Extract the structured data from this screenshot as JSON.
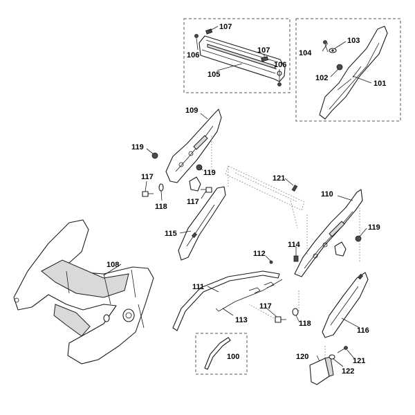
{
  "labels": [
    {
      "id": "107a",
      "text": "107"
    },
    {
      "id": "106a",
      "text": "106"
    },
    {
      "id": "105",
      "text": "105"
    },
    {
      "id": "107b",
      "text": "107"
    },
    {
      "id": "106b",
      "text": "106"
    },
    {
      "id": "104",
      "text": "104"
    },
    {
      "id": "103",
      "text": "103"
    },
    {
      "id": "102",
      "text": "102"
    },
    {
      "id": "101",
      "text": "101"
    },
    {
      "id": "109",
      "text": "109"
    },
    {
      "id": "119a",
      "text": "119"
    },
    {
      "id": "119b",
      "text": "119"
    },
    {
      "id": "121a",
      "text": "121"
    },
    {
      "id": "117a",
      "text": "117"
    },
    {
      "id": "118a",
      "text": "118"
    },
    {
      "id": "117b",
      "text": "117"
    },
    {
      "id": "110",
      "text": "110"
    },
    {
      "id": "119c",
      "text": "119"
    },
    {
      "id": "115",
      "text": "115"
    },
    {
      "id": "108",
      "text": "108"
    },
    {
      "id": "112",
      "text": "112"
    },
    {
      "id": "114",
      "text": "114"
    },
    {
      "id": "111",
      "text": "111"
    },
    {
      "id": "113",
      "text": "113"
    },
    {
      "id": "117c",
      "text": "117"
    },
    {
      "id": "118b",
      "text": "118"
    },
    {
      "id": "116",
      "text": "116"
    },
    {
      "id": "100",
      "text": "100"
    },
    {
      "id": "120",
      "text": "120"
    },
    {
      "id": "121b",
      "text": "121"
    },
    {
      "id": "122",
      "text": "122"
    }
  ]
}
